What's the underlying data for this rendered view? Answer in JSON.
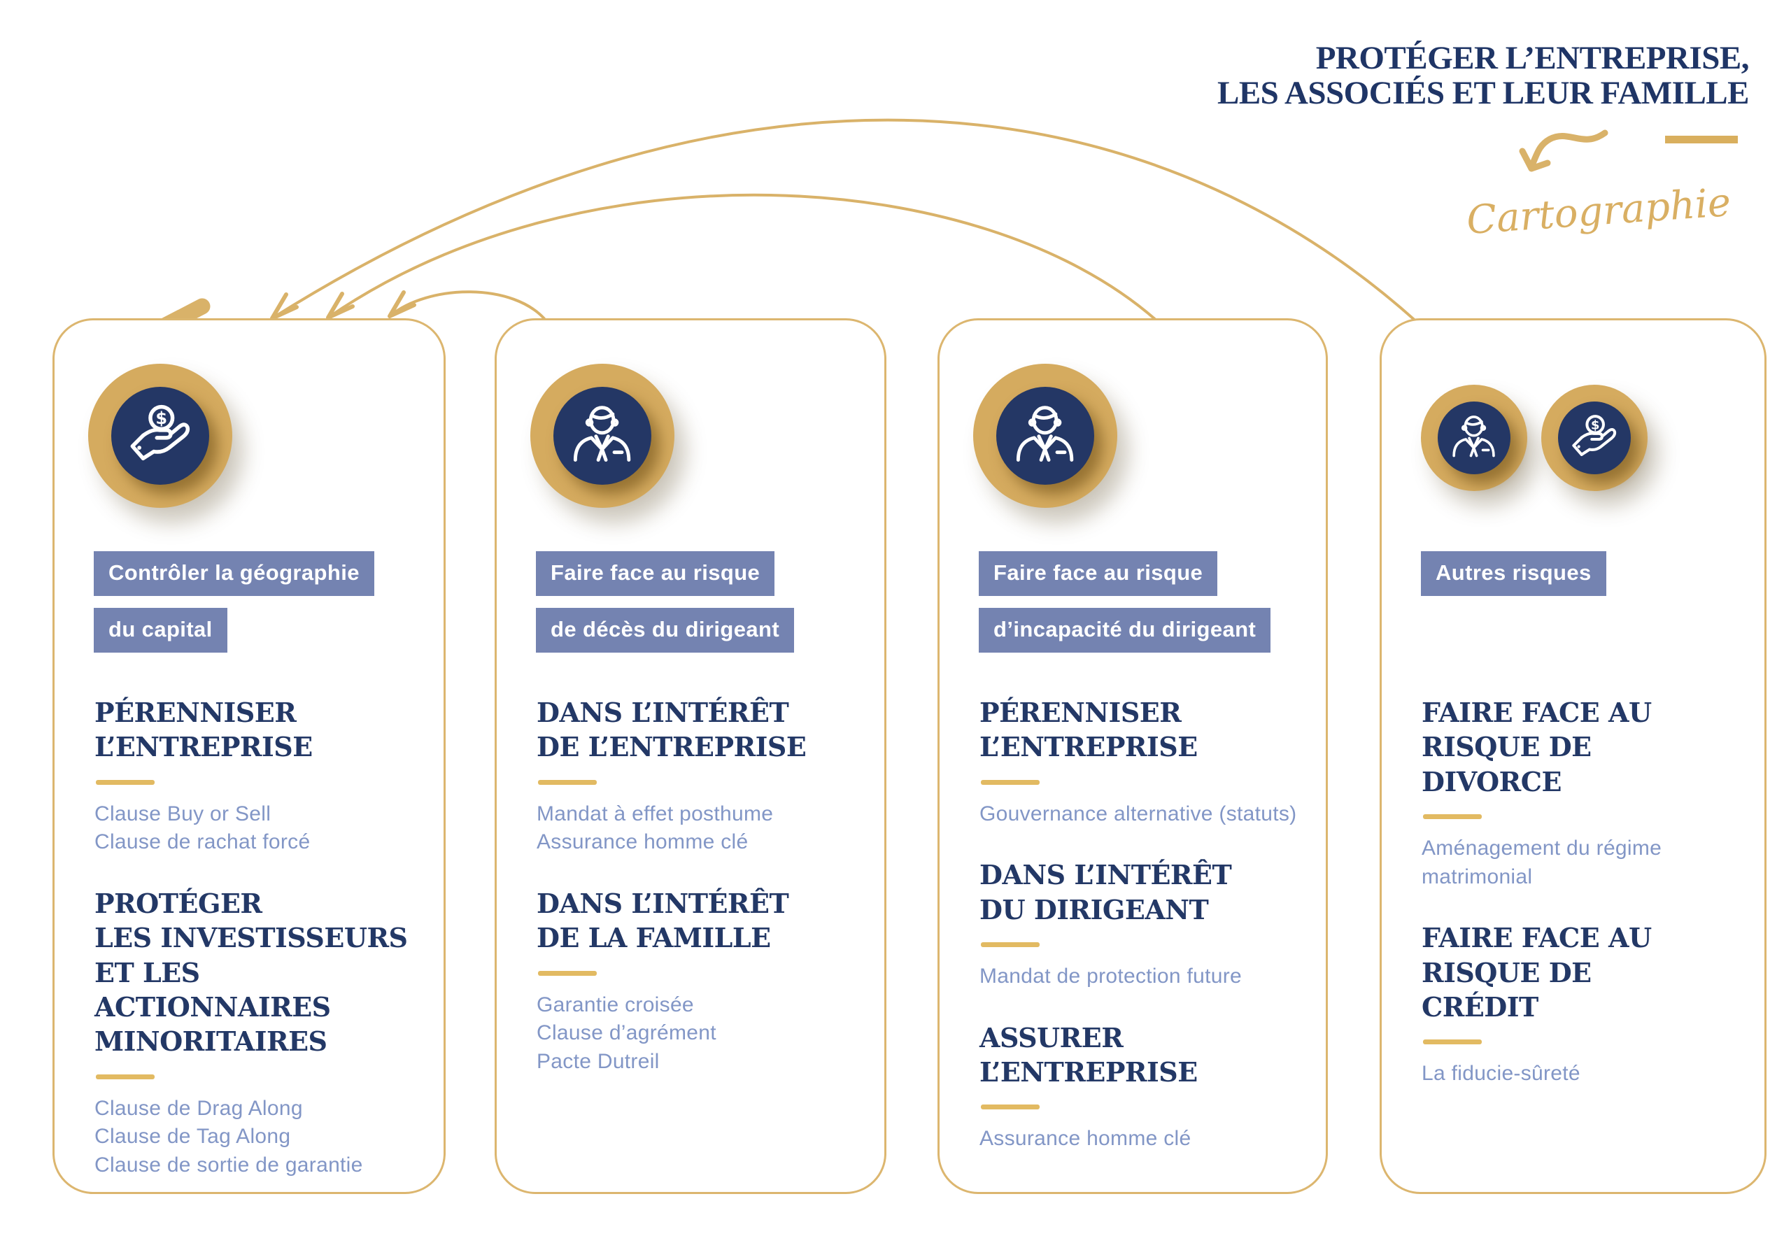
{
  "header": {
    "title": "PROTÉGER L’ENTREPRISE,\nLES ASSOCIÉS ET LEUR FAMILLE",
    "annotation": "Cartographie"
  },
  "colors": {
    "navy_title": "#1F3566",
    "navy_heading": "#233866",
    "navy_icon_circle": "#243765",
    "gold_line": "#D9B269",
    "gold_icon_circle": "#D5AB5F",
    "gold_divider": "#E2BA62",
    "chip_background": "#7483B1",
    "item_text": "#8296C6",
    "background": "#FFFFFF"
  },
  "arrows": {
    "style": "curved-gold-arcs",
    "target_card": "controler-geographie-capital",
    "source_cards": [
      "risque-deces-dirigeant",
      "risque-incapacite-dirigeant",
      "autres-risques"
    ]
  },
  "cards": [
    {
      "id": "controler-geographie-capital",
      "icons": [
        "hand-coin"
      ],
      "chip_lines": [
        "Contrôler la géographie",
        "du capital"
      ],
      "sections": [
        {
          "heading": "PÉRENNISER\nL’ENTREPRISE",
          "items": [
            "Clause Buy or Sell",
            "Clause de rachat forcé"
          ]
        },
        {
          "heading": "PROTÉGER\nLES INVESTISSEURS\nET LES ACTIONNAIRES\nMINORITAIRES",
          "items": [
            "Clause de Drag Along",
            "Clause de Tag Along",
            "Clause de sortie de garantie"
          ]
        }
      ]
    },
    {
      "id": "risque-deces-dirigeant",
      "icons": [
        "businessman"
      ],
      "chip_lines": [
        "Faire face au risque",
        "de décès du dirigeant"
      ],
      "sections": [
        {
          "heading": "DANS L’INTÉRÊT\nDE L’ENTREPRISE",
          "items": [
            "Mandat à effet posthume",
            "Assurance homme clé"
          ]
        },
        {
          "heading": "DANS L’INTÉRÊT\nDE LA FAMILLE",
          "items": [
            "Garantie croisée",
            "Clause d’agrément",
            "Pacte Dutreil"
          ]
        }
      ]
    },
    {
      "id": "risque-incapacite-dirigeant",
      "icons": [
        "businessman"
      ],
      "chip_lines": [
        "Faire face au risque",
        "d’incapacité du dirigeant"
      ],
      "sections": [
        {
          "heading": "PÉRENNISER\nL’ENTREPRISE",
          "items": [
            "Gouvernance alternative (statuts)"
          ]
        },
        {
          "heading": "DANS L’INTÉRÊT\nDU DIRIGEANT",
          "items": [
            "Mandat de protection future"
          ]
        },
        {
          "heading": "ASSURER\nL’ENTREPRISE",
          "items": [
            "Assurance homme clé"
          ]
        }
      ]
    },
    {
      "id": "autres-risques",
      "icons": [
        "businessman",
        "hand-coin"
      ],
      "chip_lines": [
        "Autres risques"
      ],
      "sections": [
        {
          "heading": "FAIRE FACE AU\nRISQUE DE\nDIVORCE",
          "items": [
            "Aménagement du régime matrimonial"
          ]
        },
        {
          "heading": "FAIRE FACE AU\nRISQUE DE\nCRÉDIT",
          "items": [
            "La fiducie-sûreté"
          ]
        }
      ]
    }
  ]
}
